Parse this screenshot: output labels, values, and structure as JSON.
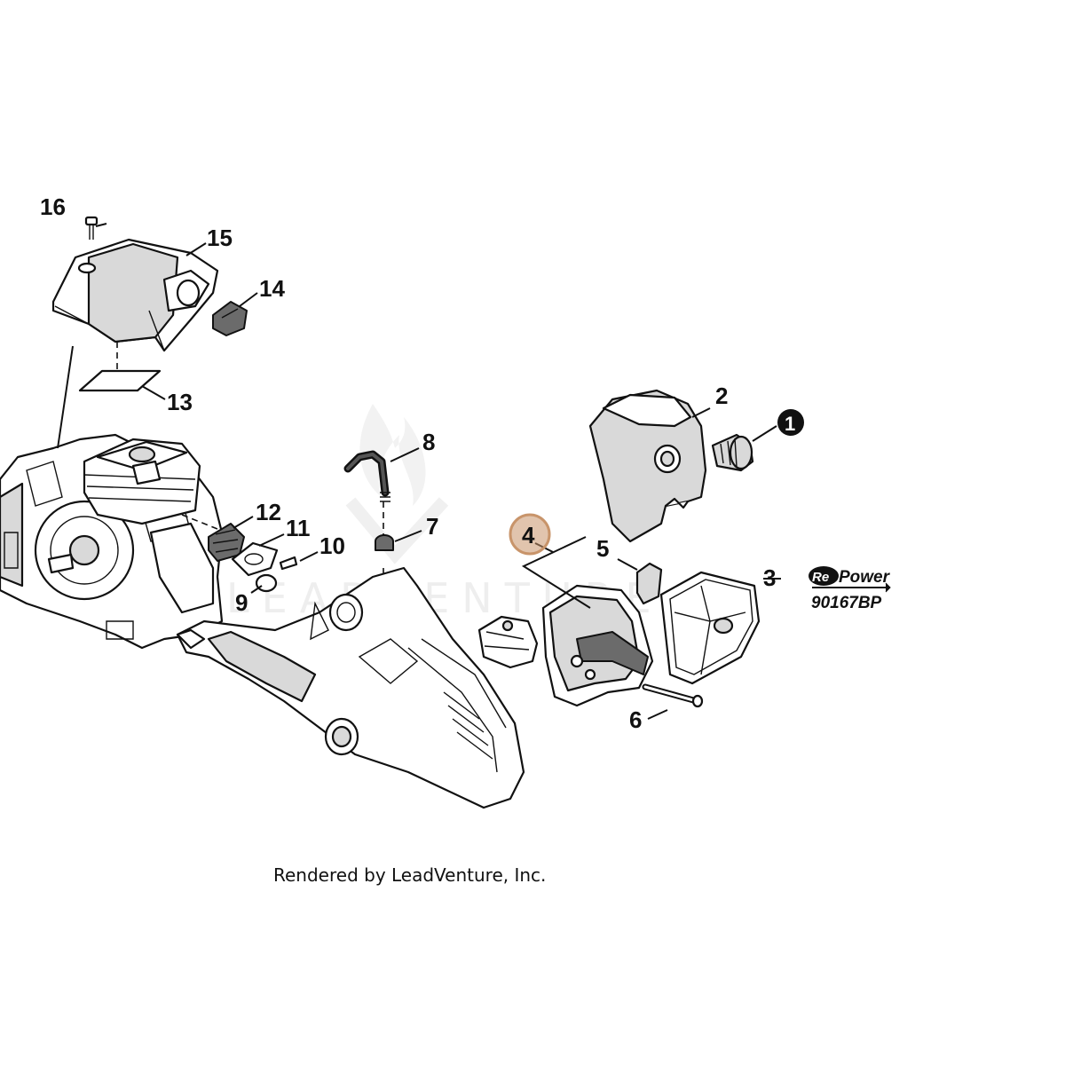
{
  "diagram": {
    "callouts": [
      {
        "label": "16"
      },
      {
        "label": "15"
      },
      {
        "label": "14"
      },
      {
        "label": "13"
      },
      {
        "label": "12"
      },
      {
        "label": "11"
      },
      {
        "label": "10"
      },
      {
        "label": "9"
      },
      {
        "label": "8"
      },
      {
        "label": "7"
      },
      {
        "label": "6"
      },
      {
        "label": "5"
      },
      {
        "label": "4"
      },
      {
        "label": "3"
      },
      {
        "label": "2"
      },
      {
        "label": "1"
      }
    ],
    "highlight_color": "#c8946a",
    "brand": {
      "re": "Re",
      "power": "Power",
      "part_number": "90167BP"
    },
    "watermark": "LEADVENTURE",
    "footer": "Rendered by LeadVenture, Inc."
  }
}
